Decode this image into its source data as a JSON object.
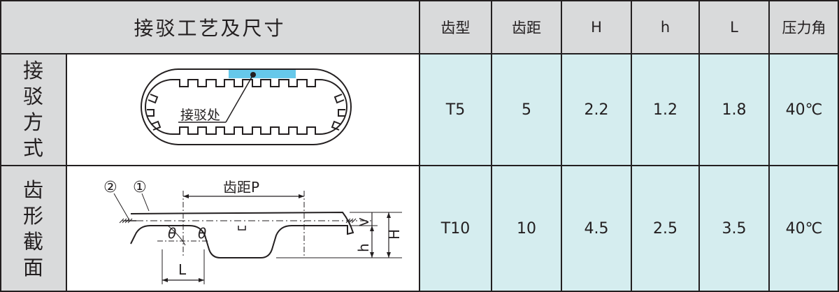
{
  "table": {
    "title": "接驳工艺及尺寸",
    "columns": [
      "齿型",
      "齿距",
      "H",
      "h",
      "L",
      "压力角"
    ],
    "row_labels": {
      "joint": [
        "接",
        "驳",
        "方",
        "式"
      ],
      "profile": [
        "齿",
        "形",
        "截",
        "面"
      ]
    },
    "rows": [
      [
        "T5",
        "5",
        "2.2",
        "1.2",
        "1.8",
        "40℃"
      ],
      [
        "T10",
        "10",
        "4.5",
        "2.5",
        "3.5",
        "40℃"
      ]
    ]
  },
  "diagram_joint": {
    "label": "接驳处"
  },
  "diagram_profile": {
    "pitch_label": "齿距P",
    "marker_1": "①",
    "marker_2": "②",
    "theta": "θ",
    "dim_L": "L",
    "dim_h": "h",
    "dim_V": "V",
    "dim_H": "H"
  },
  "colors": {
    "header_gray": "#d9dadb",
    "value_cyan": "#d5edef",
    "joint_blue": "#66c8ea",
    "line": "#231f20"
  }
}
